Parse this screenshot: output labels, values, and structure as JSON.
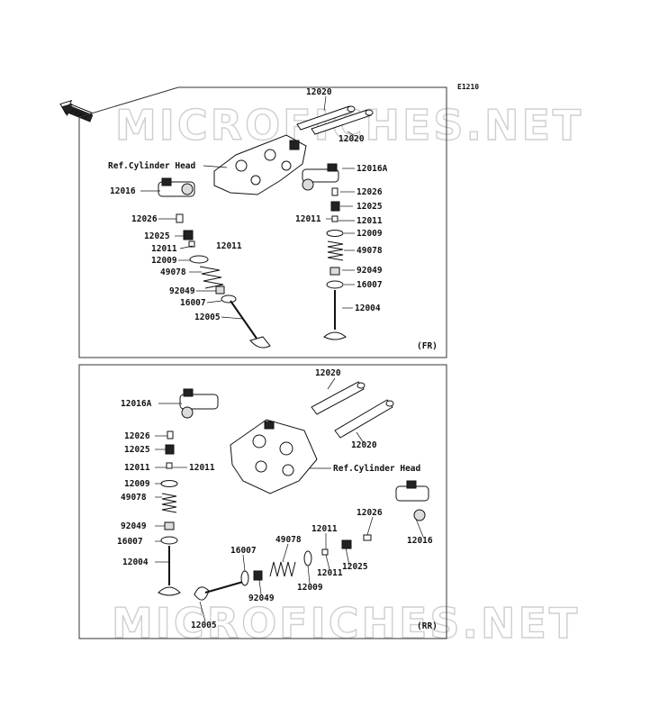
{
  "diagram_code": "E1210",
  "front_badge": "FRONT",
  "watermark": "MICROFICHES.NET",
  "panels": {
    "front": {
      "tag": "(FR)",
      "labels": {
        "p12020a": "12020",
        "p12020b": "12020",
        "cyl_head": "Ref.Cylinder Head",
        "p12016A": "12016A",
        "p12016": "12016",
        "p12026_r": "12026",
        "p12026_l": "12026",
        "p12025_r": "12025",
        "p12025_l": "12025",
        "p12011_r1": "12011",
        "p12011_r2": "12011",
        "p12011_l1": "12011",
        "p12011_l2": "12011",
        "p12009_r": "12009",
        "p12009_l": "12009",
        "p49078_r": "49078",
        "p49078_l": "49078",
        "p92049_r": "92049",
        "p92049_l": "92049",
        "p16007_r": "16007",
        "p16007_l": "16007",
        "p12004": "12004",
        "p12005": "12005"
      }
    },
    "rear": {
      "tag": "(RR)",
      "labels": {
        "p12020a": "12020",
        "p12020b": "12020",
        "cyl_head": "Ref.Cylinder Head",
        "p12016A": "12016A",
        "p12016": "12016",
        "p12026_l": "12026",
        "p12026_r": "12026",
        "p12025_l": "12025",
        "p12025_r": "12025",
        "p12011_l1": "12011",
        "p12011_l2": "12011",
        "p12011_r1": "12011",
        "p12011_r2": "12011",
        "p12009_l": "12009",
        "p12009_r": "12009",
        "p49078_l": "49078",
        "p49078_r": "49078",
        "p92049_l": "92049",
        "p92049_r": "92049",
        "p16007_l": "16007",
        "p16007_r": "16007",
        "p12004": "12004",
        "p12005": "12005"
      }
    }
  }
}
